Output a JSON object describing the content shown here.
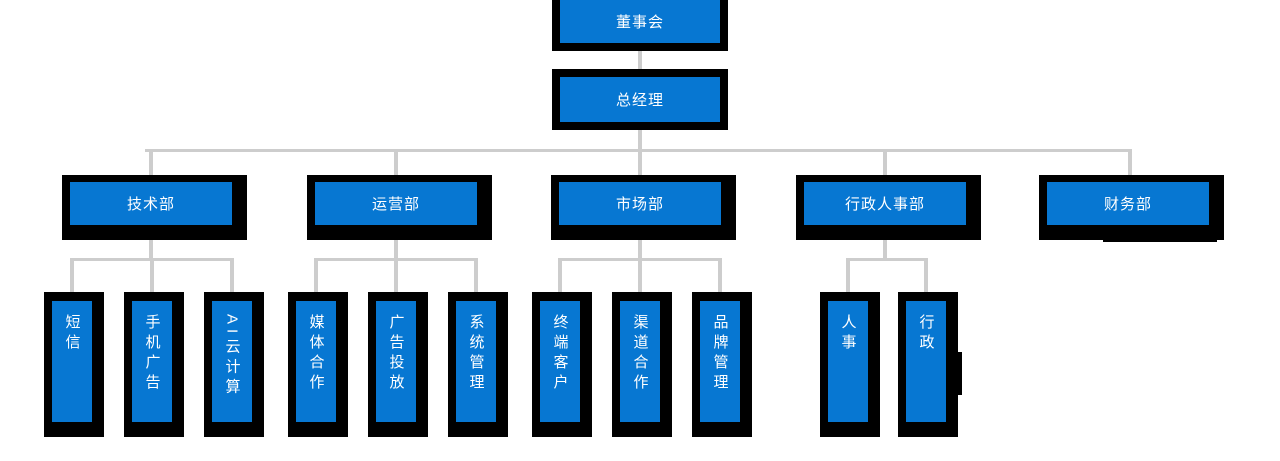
{
  "org_chart": {
    "root": {
      "label": "董事会"
    },
    "general_manager": {
      "label": "总经理"
    },
    "departments": [
      {
        "label": "技术部",
        "children": [
          {
            "label": "短信"
          },
          {
            "label": "手机广告"
          },
          {
            "label": "AI云计算"
          }
        ]
      },
      {
        "label": "运营部",
        "children": [
          {
            "label": "媒体合作"
          },
          {
            "label": "广告投放"
          },
          {
            "label": "系统管理"
          }
        ]
      },
      {
        "label": "市场部",
        "children": [
          {
            "label": "终端客户"
          },
          {
            "label": "渠道合作"
          },
          {
            "label": "品牌管理"
          }
        ]
      },
      {
        "label": "行政人事部",
        "children": [
          {
            "label": "人事"
          },
          {
            "label": "行政"
          }
        ]
      },
      {
        "label": "财务部",
        "children": []
      }
    ]
  },
  "style": {
    "node_fill": "#0777d2",
    "node_frame": "#000000",
    "connector_color": "#cdcdcd",
    "label_color": "#ffffff",
    "background": "#ffffff"
  }
}
